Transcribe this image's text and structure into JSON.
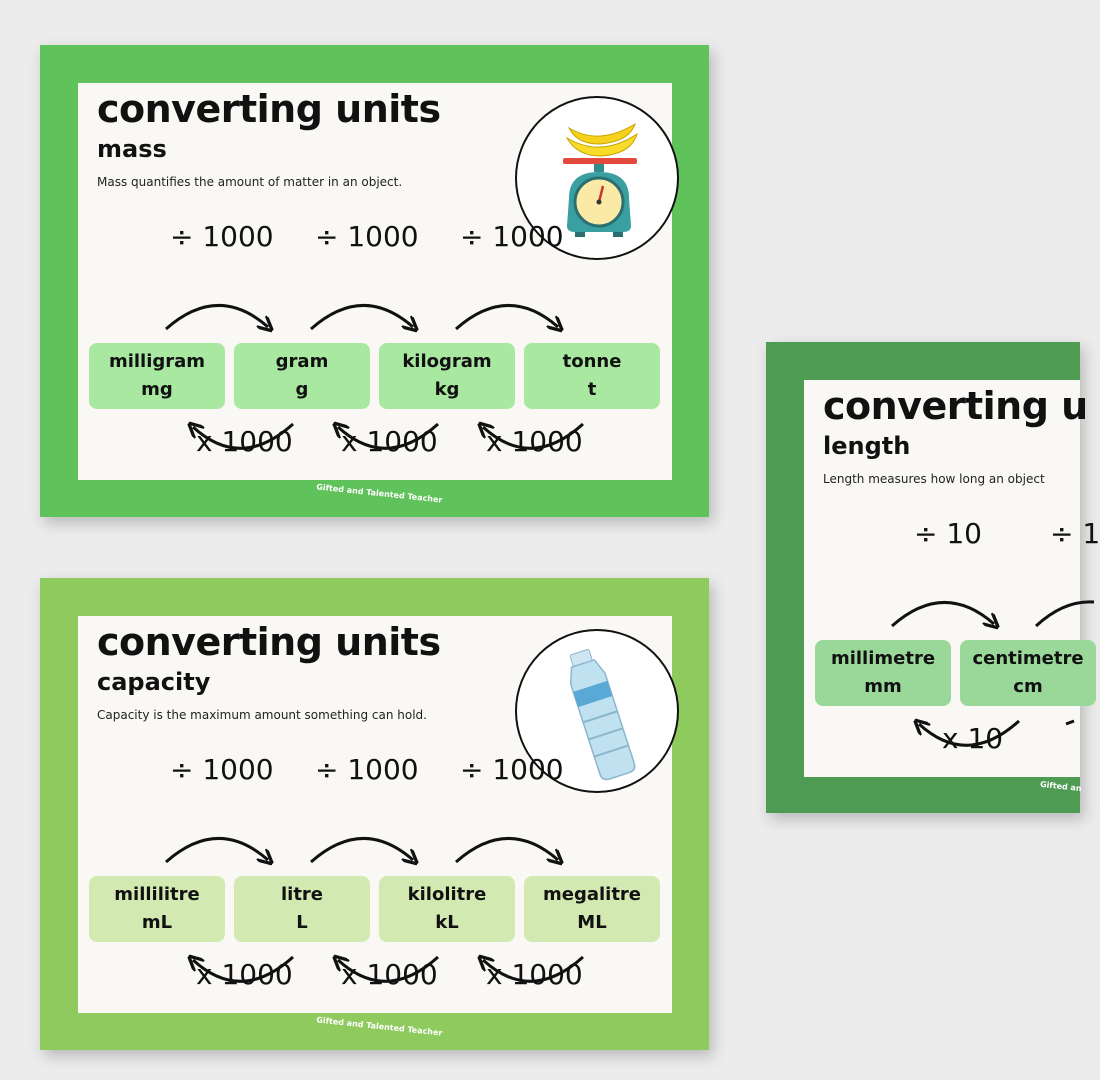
{
  "posters": {
    "mass": {
      "title": "converting units",
      "subtitle": "mass",
      "description": "Mass quantifies the amount of matter in an object.",
      "divide_labels": [
        "÷ 1000",
        "÷ 1000",
        "÷ 1000"
      ],
      "multiply_labels": [
        "x 1000",
        "x 1000",
        "x 1000"
      ],
      "units": [
        {
          "name": "milligram",
          "abbr": "mg"
        },
        {
          "name": "gram",
          "abbr": "g"
        },
        {
          "name": "kilogram",
          "abbr": "kg"
        },
        {
          "name": "tonne",
          "abbr": "t"
        }
      ],
      "icon": "kitchen-scale-with-bananas-icon",
      "watermark": "Gifted and Talented Teacher",
      "colors": {
        "border": "#5fc25a",
        "box": "#a9e8a1"
      }
    },
    "capacity": {
      "title": "converting units",
      "subtitle": "capacity",
      "description": "Capacity is the maximum amount something can hold.",
      "divide_labels": [
        "÷ 1000",
        "÷ 1000",
        "÷ 1000"
      ],
      "multiply_labels": [
        "x 1000",
        "x 1000",
        "x 1000"
      ],
      "units": [
        {
          "name": "millilitre",
          "abbr": "mL"
        },
        {
          "name": "litre",
          "abbr": "L"
        },
        {
          "name": "kilolitre",
          "abbr": "kL"
        },
        {
          "name": "megalitre",
          "abbr": "ML"
        }
      ],
      "icon": "water-bottle-icon",
      "watermark": "Gifted and Talented Teacher",
      "colors": {
        "border": "#8fca5f",
        "box": "#d2eab2"
      }
    },
    "length": {
      "title": "converting u",
      "subtitle": "length",
      "description": "Length measures how long an object",
      "divide_labels": [
        "÷ 10",
        "÷ 1"
      ],
      "multiply_labels": [
        "x 10"
      ],
      "units": [
        {
          "name": "millimetre",
          "abbr": "mm"
        },
        {
          "name": "centimetre",
          "abbr": "cm"
        }
      ],
      "watermark": "Gifted an",
      "colors": {
        "border": "#4e9c53",
        "box": "#9ad89a"
      }
    }
  }
}
